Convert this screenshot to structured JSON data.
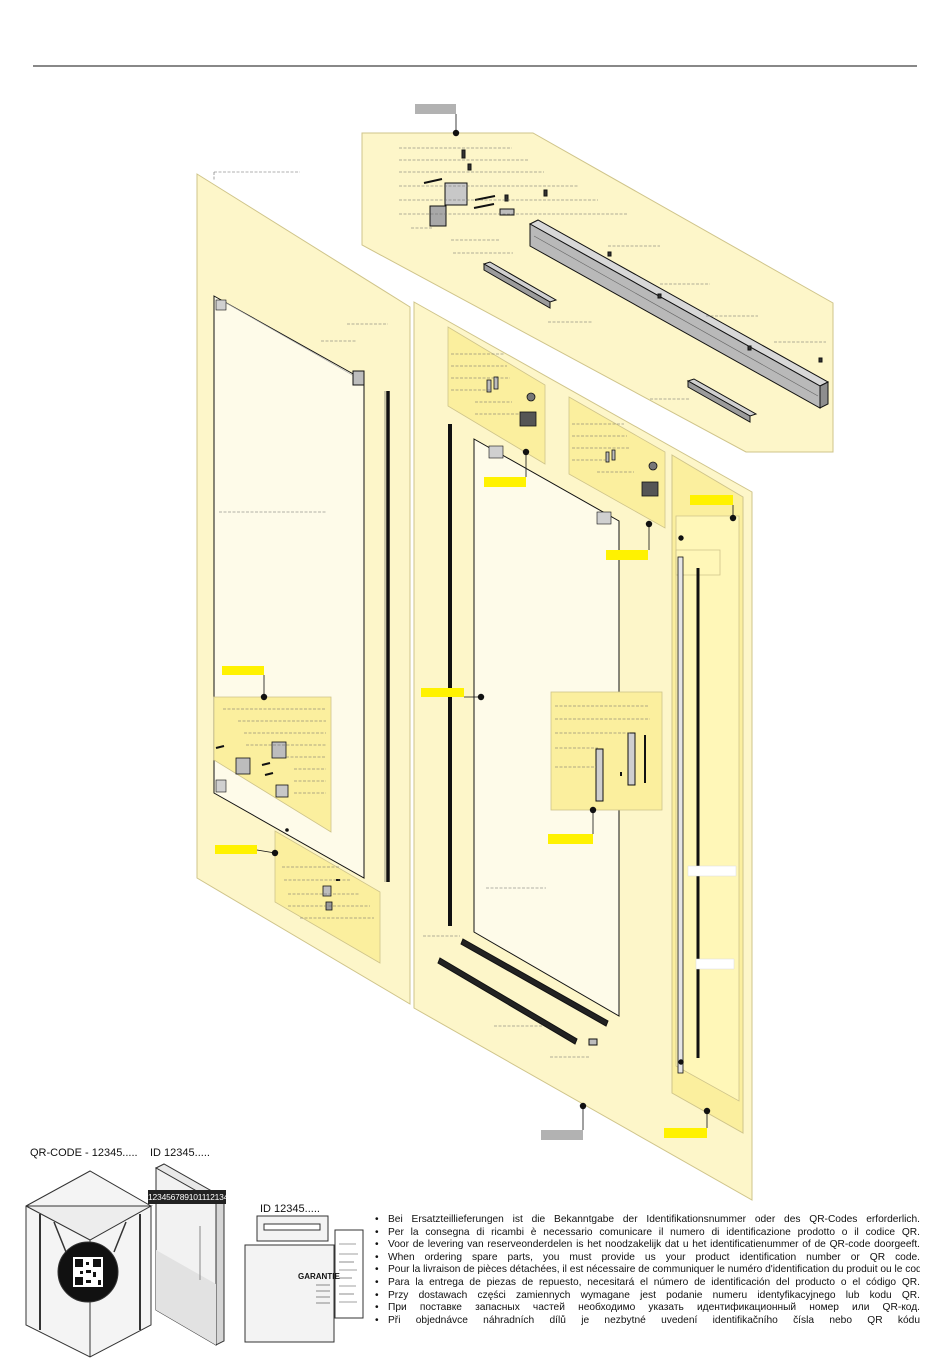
{
  "colors": {
    "panel_fill": "#fdf6c9",
    "panel_stroke": "#cfc48a",
    "detail_fill": "#fbef9e",
    "highlight_tag": "#fff200",
    "grey_tag": "#b2b2b2",
    "line": "#111111"
  },
  "bottom": {
    "qr_caption": "QR-CODE  -  12345.....",
    "id_caption": "ID 12345.....",
    "box_caption": "ID 12345.....",
    "sticker_text": "123456789101112134",
    "garantie_label": "GARANTIE"
  },
  "notes": [
    "Bei Ersatzteillieferungen ist die Bekanntgabe der Identifikationsnummer oder des QR-Codes erforderlich.",
    "Per la consegna di ricambi è necessario comunicare il numero di  identificazione prodotto o il codice QR.",
    "Voor de levering van reserveonderdelen is het  noodzakelijk dat u het identificatienummer of de QR-code doorgeeft.",
    "When ordering spare parts, you must provide us your product identification number or QR code.",
    "Pour la livraison de pièces détachées, il est nécessaire de communiquer le numéro d'identification du produit ou le code QR.",
    "Para la entrega de piezas de repuesto, necesitará el número de identificación del producto o el código QR.",
    "Przy dostawach części zamiennych wymagane jest podanie numeru identyfikacyjnego lub kodu QR.",
    "При поставке запасных частей необходимо указать идентификационный номер или QR-код.",
    "Při objednávce náhradních dílů je nezbytné uvedení identifikačního čísla nebo QR kódu"
  ]
}
